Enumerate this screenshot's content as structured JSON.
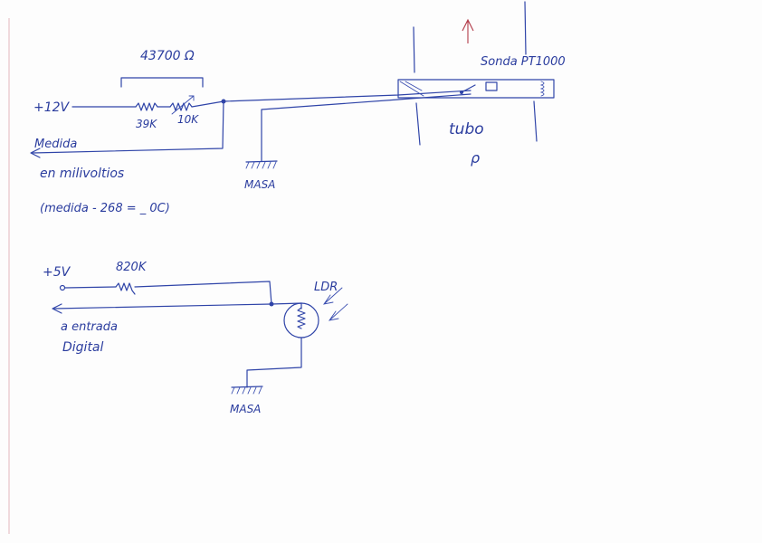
{
  "circuit1": {
    "supply_label": "+12V",
    "total_resistance_label": "43700 Ω",
    "r1_label": "39K",
    "r2_label": "10K",
    "output_label_line1": "Medida",
    "output_label_line2": "en milivoltios",
    "formula_label": "(medida - 268 = _ 0C)",
    "ground_label": "MASA",
    "probe_label": "Sonda PT1000",
    "tube_label": "tubo",
    "tube_symbol": "ρ"
  },
  "circuit2": {
    "supply_label": "+5V",
    "resistor_label": "820K",
    "sensor_label": "LDR",
    "output_label_line1": "a entrada",
    "output_label_line2": "Digital",
    "ground_label": "MASA"
  },
  "colors": {
    "ink": "#2f44a8",
    "ink_red": "#b23a48",
    "paper": "#fdfdfd"
  }
}
